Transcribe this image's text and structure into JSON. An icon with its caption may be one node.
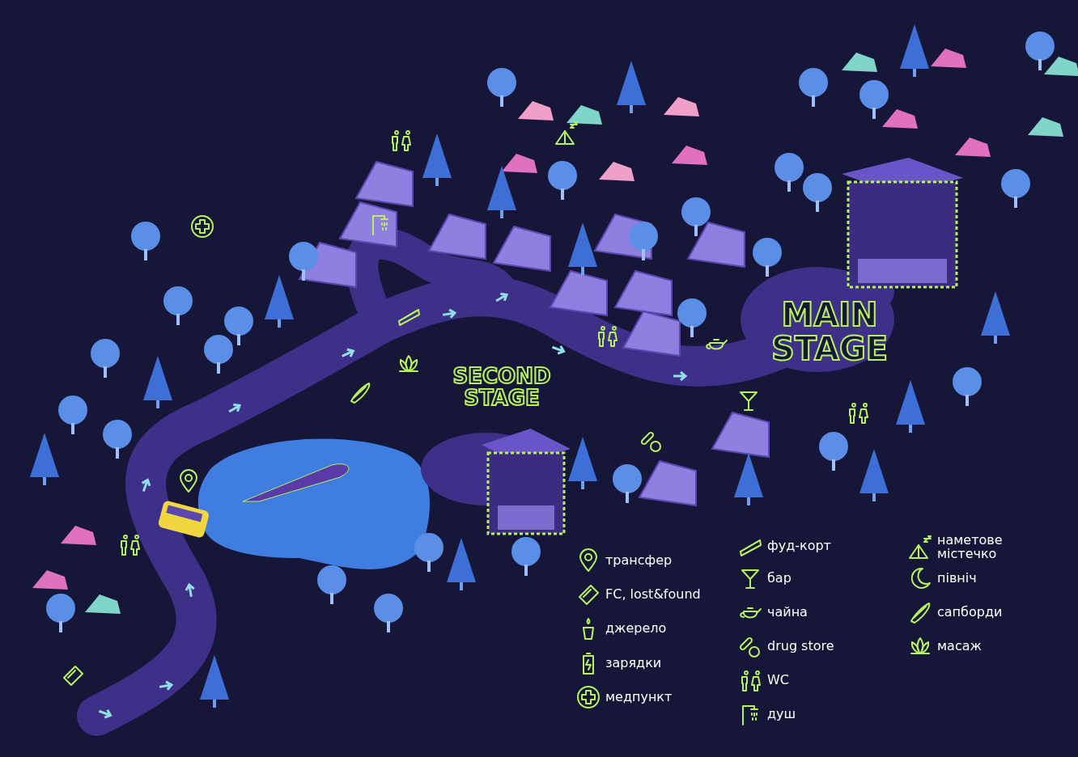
{
  "diagram": {
    "labels": [
      "MAIN STAGE",
      "SECOND STAGE"
    ],
    "legend": [
      {
        "text": "трансфер"
      },
      {
        "text": "FC, lost&found"
      },
      {
        "text": "джерело"
      },
      {
        "text": "зарядки"
      },
      {
        "text": "медпункт"
      },
      {
        "text": "фуд-корт"
      },
      {
        "text": "бар"
      },
      {
        "text": "чайна"
      },
      {
        "text": "drug store"
      },
      {
        "text": "WC"
      },
      {
        "text": "душ"
      },
      {
        "text": "наметове містечко"
      },
      {
        "text": "північ"
      },
      {
        "text": "сапборди"
      },
      {
        "text": "масаж"
      }
    ]
  }
}
